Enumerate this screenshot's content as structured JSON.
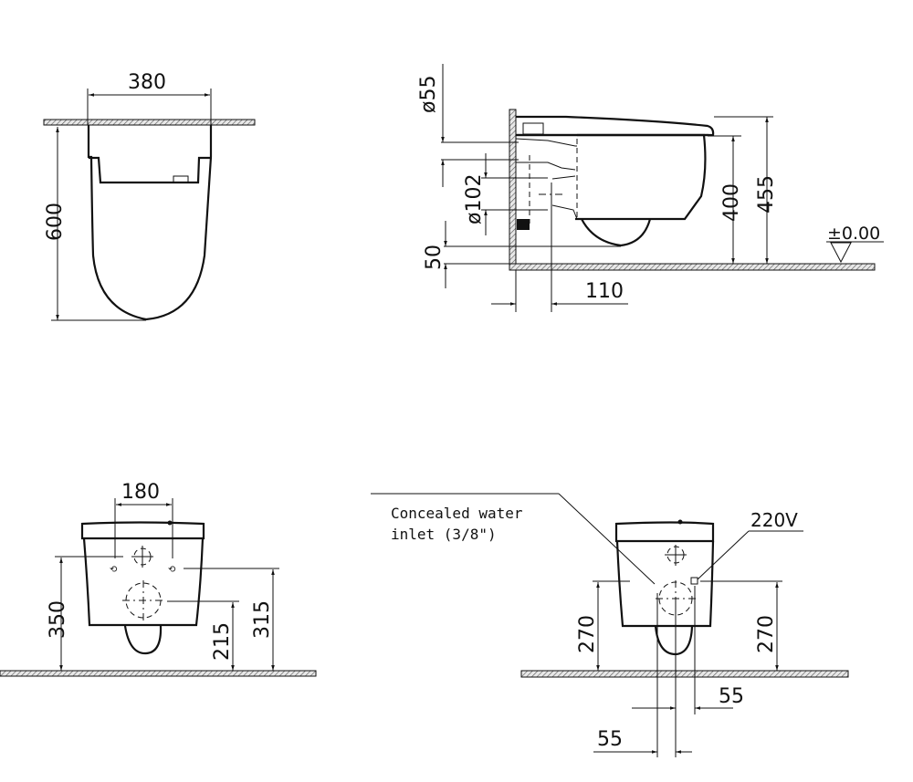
{
  "drawing": {
    "views": [
      {
        "name": "top-view",
        "dimensions": {
          "width": "380",
          "depth": "600"
        }
      },
      {
        "name": "side-view",
        "dimensions": {
          "inlet_diameter": "ø55",
          "outlet_diameter": "ø102",
          "bottom_offset": "50",
          "rim_height": "400",
          "total_height": "455",
          "wall_offset": "110",
          "floor_level": "±0.00"
        }
      },
      {
        "name": "front-view-left",
        "dimensions": {
          "bolt_spacing": "180",
          "upper_height": "350",
          "outlet_height": "215",
          "bolt_height": "315"
        }
      },
      {
        "name": "front-view-right",
        "dimensions": {
          "left_height": "270",
          "right_height": "270",
          "offset_right": "55",
          "offset_left": "55"
        },
        "labels": {
          "water_inlet_line1": "Concealed  water",
          "water_inlet_line2": "inlet  (3/8\")",
          "power": "220V"
        }
      }
    ]
  }
}
